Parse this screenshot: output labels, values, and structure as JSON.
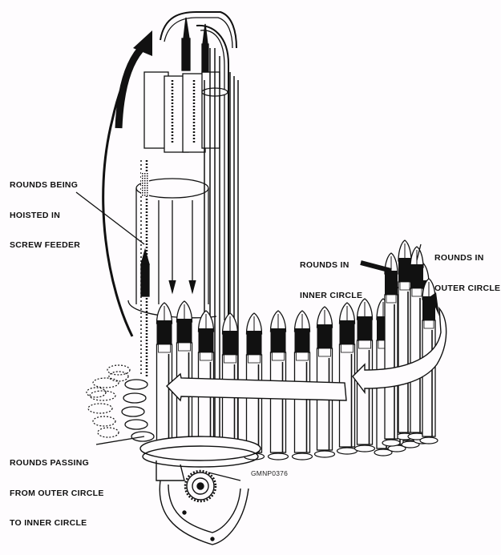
{
  "figure": {
    "title": "Projectile hoist screw feeder and ring",
    "figure_code": "GMNP0376",
    "colors": {
      "ink": "#111111",
      "paper": "#fefcfe"
    }
  },
  "callouts": [
    {
      "id": "hoisted",
      "lines": [
        "ROUNDS BEING",
        "HOISTED IN",
        "SCREW FEEDER"
      ]
    },
    {
      "id": "inner",
      "lines": [
        "ROUNDS IN",
        "INNER CIRCLE"
      ]
    },
    {
      "id": "outer",
      "lines": [
        "ROUNDS IN",
        "OUTER CIRCLE"
      ]
    },
    {
      "id": "passing",
      "lines": [
        "ROUNDS PASSING",
        "FROM OUTER CIRCLE",
        "TO INNER CIRCLE"
      ]
    }
  ],
  "diagram": {
    "components": [
      {
        "name": "hoist column",
        "icon": "hoist-column-icon"
      },
      {
        "name": "screw feeder",
        "icon": "screw-feeder-icon"
      },
      {
        "name": "outer circle rounds",
        "icon": "projectile-icon"
      },
      {
        "name": "inner circle rounds",
        "icon": "projectile-icon"
      },
      {
        "name": "flow arrow (around ring)",
        "icon": "curved-arrow-icon"
      },
      {
        "name": "flow arrow (up hoist)",
        "icon": "curved-arrow-icon"
      },
      {
        "name": "drive gear",
        "icon": "gear-icon"
      }
    ]
  }
}
